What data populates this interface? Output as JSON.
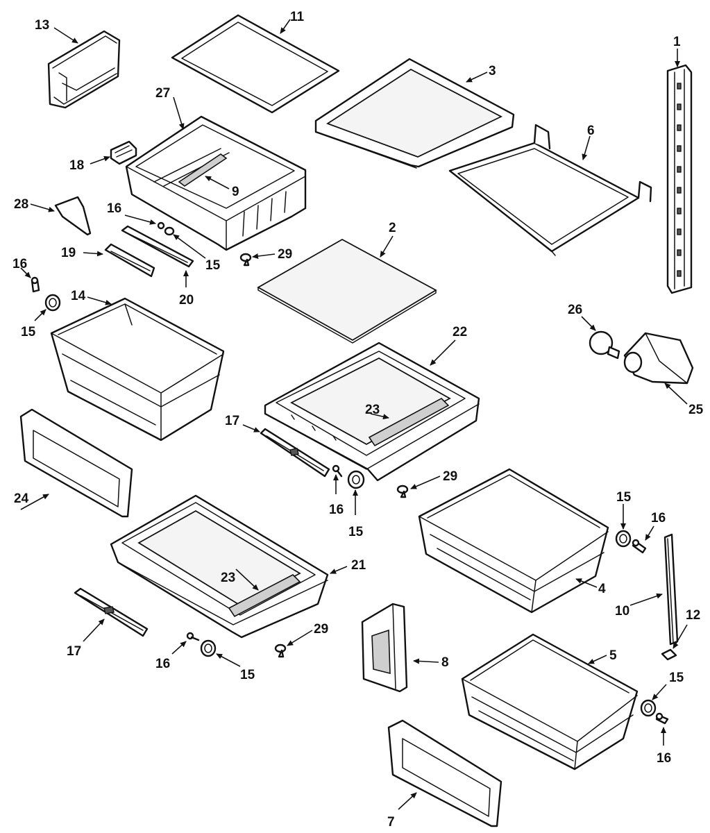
{
  "diagram": {
    "callouts": [
      {
        "id": "c1",
        "label": "1"
      },
      {
        "id": "c2",
        "label": "2"
      },
      {
        "id": "c3",
        "label": "3"
      },
      {
        "id": "c4",
        "label": "4"
      },
      {
        "id": "c5",
        "label": "5"
      },
      {
        "id": "c6",
        "label": "6"
      },
      {
        "id": "c7",
        "label": "7"
      },
      {
        "id": "c8",
        "label": "8"
      },
      {
        "id": "c9",
        "label": "9"
      },
      {
        "id": "c10",
        "label": "10"
      },
      {
        "id": "c11",
        "label": "11"
      },
      {
        "id": "c12",
        "label": "12"
      },
      {
        "id": "c13",
        "label": "13"
      },
      {
        "id": "c14",
        "label": "14"
      },
      {
        "id": "c15a",
        "label": "15"
      },
      {
        "id": "c15b",
        "label": "15"
      },
      {
        "id": "c15c",
        "label": "15"
      },
      {
        "id": "c15d",
        "label": "15"
      },
      {
        "id": "c15e",
        "label": "15"
      },
      {
        "id": "c15f",
        "label": "15"
      },
      {
        "id": "c16a",
        "label": "16"
      },
      {
        "id": "c16b",
        "label": "16"
      },
      {
        "id": "c16c",
        "label": "16"
      },
      {
        "id": "c16d",
        "label": "16"
      },
      {
        "id": "c16e",
        "label": "16"
      },
      {
        "id": "c16f",
        "label": "16"
      },
      {
        "id": "c17a",
        "label": "17"
      },
      {
        "id": "c17b",
        "label": "17"
      },
      {
        "id": "c18",
        "label": "18"
      },
      {
        "id": "c19",
        "label": "19"
      },
      {
        "id": "c20",
        "label": "20"
      },
      {
        "id": "c21",
        "label": "21"
      },
      {
        "id": "c22",
        "label": "22"
      },
      {
        "id": "c23a",
        "label": "23"
      },
      {
        "id": "c23b",
        "label": "23"
      },
      {
        "id": "c24",
        "label": "24"
      },
      {
        "id": "c25",
        "label": "25"
      },
      {
        "id": "c26",
        "label": "26"
      },
      {
        "id": "c27",
        "label": "27"
      },
      {
        "id": "c28",
        "label": "28"
      },
      {
        "id": "c29a",
        "label": "29"
      },
      {
        "id": "c29b",
        "label": "29"
      },
      {
        "id": "c29c",
        "label": "29"
      }
    ]
  }
}
